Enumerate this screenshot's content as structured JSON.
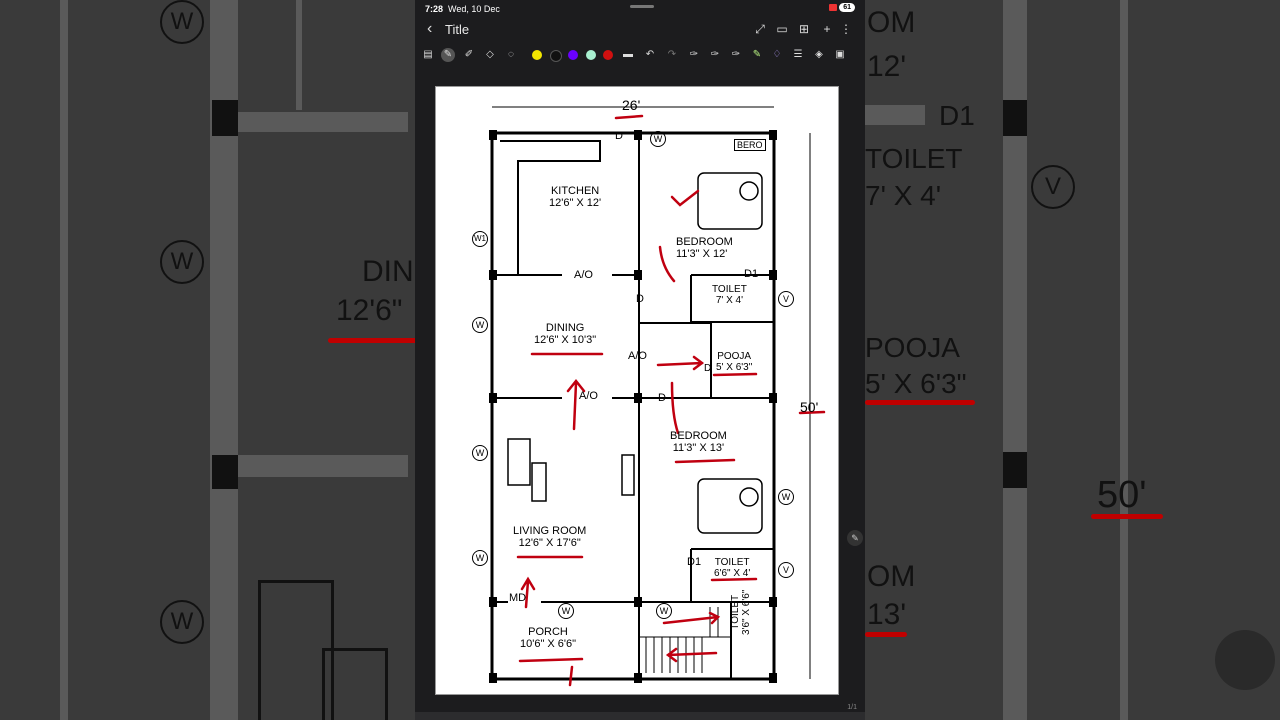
{
  "status": {
    "time": "7:28",
    "date": "Wed, 10 Dec",
    "battery": "61"
  },
  "header": {
    "title": "Title"
  },
  "toolbar": {
    "colors": [
      "#f2e600",
      "#111111",
      "#6a00ff",
      "#a8f0d0",
      "#d01010"
    ],
    "icons": [
      "text-box-icon",
      "pen-icon",
      "highlighter-icon",
      "eraser-icon",
      "lasso-icon",
      "line-thickness-icon",
      "undo-icon",
      "redo-icon",
      "pen-preset-1-icon",
      "pen-preset-2-icon",
      "pen-preset-3-icon",
      "highlighter-preset-icon",
      "ai-icon",
      "text-icon",
      "shapes-icon",
      "image-icon"
    ]
  },
  "plan": {
    "width_dim": "26'",
    "height_dim": "50'",
    "rooms": {
      "kitchen": {
        "name": "KITCHEN",
        "size": "12'6\" X 12'"
      },
      "bedroom1": {
        "name": "BEDROOM",
        "size": "11'3\" X 12'"
      },
      "toilet1": {
        "name": "TOILET",
        "size": "7' X 4'"
      },
      "dining": {
        "name": "DINING",
        "size": "12'6\" X 10'3\""
      },
      "pooja": {
        "name": "POOJA",
        "size": "5' X 6'3\""
      },
      "bedroom2": {
        "name": "BEDROOM",
        "size": "11'3\" X 13'"
      },
      "living": {
        "name": "LIVING ROOM",
        "size": "12'6\" X 17'6\""
      },
      "toilet2": {
        "name": "TOILET",
        "size": "6'6\" X 4'"
      },
      "porch": {
        "name": "PORCH",
        "size": "10'6\" X 6'6\""
      },
      "toilet3": {
        "name": "TOILET",
        "size": "3'6\" X 6'6\""
      }
    },
    "labels": {
      "d": "D",
      "d1": "D1",
      "ao": "A/O",
      "md": "MD",
      "w": "W",
      "w1": "W1",
      "v": "V",
      "bero": "BERO"
    }
  },
  "side": {
    "left_texts": [
      "DIN",
      "12'6\""
    ],
    "right_texts": [
      "OM",
      "12'",
      "D1",
      "TOILET",
      "7' X 4'",
      "POOJA",
      "5' X 6'3\"",
      "50'",
      "OM",
      "13'"
    ]
  },
  "page_indicator": "1/1"
}
